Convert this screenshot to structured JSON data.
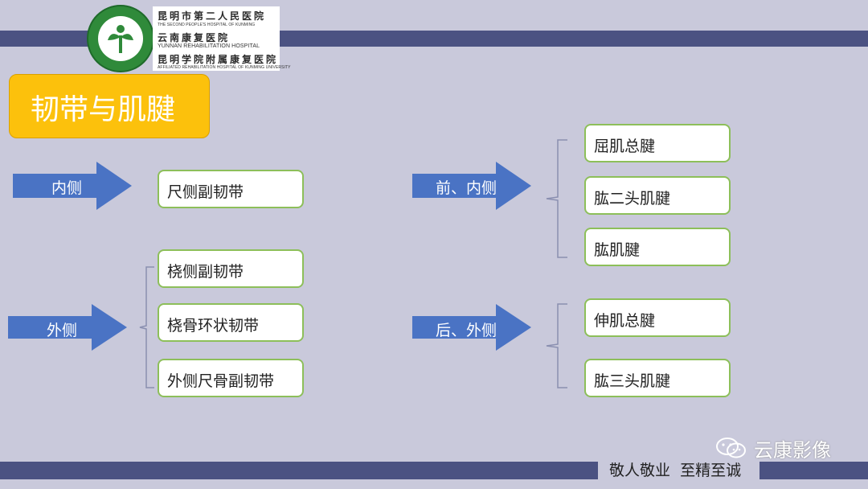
{
  "header": {
    "logo_lines": [
      {
        "cn": "昆明市第二人民医院",
        "en": "THE SECOND PEOPLE'S HOSPITAL OF KUNMING"
      },
      {
        "cn": "云南康复医院",
        "en": "YUNNAN REHABILITATION HOSPITAL"
      },
      {
        "cn": "昆明学院附属康复医院",
        "en": "AFFILIATED REHABILITATION HOSPITAL OF KUNMING UNIVERSITY"
      }
    ]
  },
  "title": "韧带与肌腱",
  "left_groups": [
    {
      "label": "内侧",
      "items": [
        "尺侧副韧带"
      ]
    },
    {
      "label": "外侧",
      "items": [
        "桡侧副韧带",
        "桡骨环状韧带",
        "外侧尺骨副韧带"
      ]
    }
  ],
  "right_groups": [
    {
      "label": "前、内侧",
      "items": [
        "屈肌总腱",
        "肱二头肌腱",
        "肱肌腱"
      ]
    },
    {
      "label": "后、外侧",
      "items": [
        "伸肌总腱",
        "肱三头肌腱"
      ]
    }
  ],
  "footer": {
    "motto": "敬人敬业  至精至诚",
    "watermark": "云康影像"
  },
  "colors": {
    "band": "#4b5282",
    "arrow": "#4a73c4",
    "title_bg": "#fcc10c",
    "item_border": "#8dbf5a"
  },
  "icons": {
    "logo": "hospital-logo-icon",
    "arrow": "right-arrow-icon",
    "wechat": "wechat-icon"
  }
}
